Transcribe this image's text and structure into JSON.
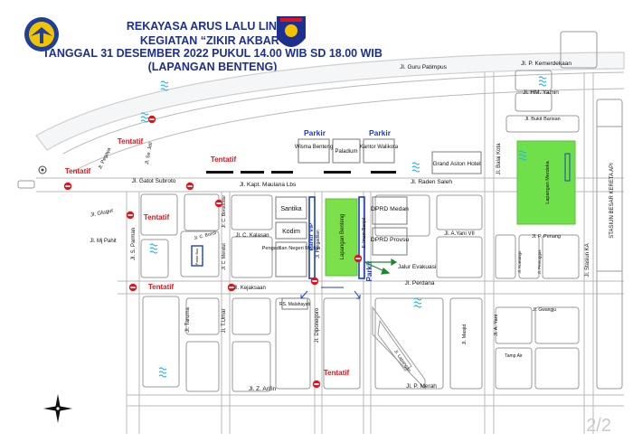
{
  "header": {
    "line1": "REKAYASA ARUS LALU LINTAS",
    "line2": "KEGIATAN “ZIKIR AKBAR”",
    "line3": "TANGGAL 31 DESEMBER 2022 PUKUL 14.00 WIB SD 18.00 WIB",
    "line4": "(LAPANGAN BENTENG)"
  },
  "logos": [
    "ministry-emblem-logo",
    "police-crest-logo"
  ],
  "streets": {
    "guru_patimpus": "Jl. Guru Patimpus",
    "p_kemerdekaan": "Jl. P. Kemerdekaan",
    "hm_yamin": "Jl. HM. Yamin",
    "bukit_barisan": "Jl. Bukit Barisan",
    "balai_kota": "Jl. Balai Kota",
    "pegaya": "Jl. Pegaya",
    "se_jeli": "Jl. Se. Jeli",
    "gatot_subroto": "Jl. Gatot Subroto",
    "kapt_maulana_lbs": "Jl. Kapt. Maulana Lbs",
    "raden_saleh": "Jl. Raden Saleh",
    "glugur": "Jl. Glugur",
    "mj_pahit": "Jl. Mj Pahit",
    "s_parman": "Jl. S. Parman",
    "c_bonsi": "Jl. C. Bonsi",
    "c_borobudur": "Jl. C. Borobudur",
    "c_kalasan": "Jl. C. Kalasan",
    "c_mendut": "Jl. C. Mendut",
    "pengadilan": "Jl. Pengadilan",
    "imam_bonjol": "Jl. Imam Bonjol",
    "a_yani_vii": "Jl. A.Yani VII",
    "p_penang": "Jl. P. Penang",
    "kumango": "Jl. Kumango",
    "pemuggas": "Jl. Pemuggas",
    "stasiun_ka": "Jl. Stasiun KA",
    "kejaksaan": "Jl. Kejaksaan",
    "perdana": "Jl. Perdana",
    "taruma": "Jl. Taruma",
    "t_umar": "Jl. T.Umar",
    "diponegoro": "Jl. Diponegoro",
    "masjid": "Jl. Masjid",
    "a_yani": "Jl. A. Yani",
    "gwangju": "Jl. Gwangju",
    "z_arifin": "Jl. Z. Arifin",
    "p_merah": "Jl. P. Merah",
    "lapangan": "Jl. Lapangan"
  },
  "buildings": {
    "wisma_benteng": "Wisma Benteng",
    "paladium": "Paladium",
    "kantor_walikota": "Kantor Walikota",
    "grand_aston": "Grand Aston Hotel",
    "santika": "Santika",
    "kodim": "Kodim",
    "pengadilan_negeri": "Pengadilan Negeri Medan",
    "lapangan_benteng": "Lapangan Benteng",
    "dprd_medan": "DPRD Medan",
    "dprd_provsu": "DPRD Provsu",
    "lapangan_merdeka": "Lapangan Merdeka",
    "stasiun": "STASIUN BESAR KERETA API",
    "rs_malahayati": "RS. Malahayati",
    "parkir_bus": "Parkir Bus",
    "tamp_air": "Tamp Air"
  },
  "annotations": {
    "parkir": "Parkir",
    "parkir_vip": "Parkir VIP",
    "tentatif": "Tentatif",
    "jalur_evakuasi": "Jalur Evakuasi"
  },
  "legend": {
    "no_entry_color": "#e0141c",
    "parking_color": "#1f3fbf",
    "field_color": "#7ce04a",
    "evacuation_color": "#1a8a2a",
    "river_icon": "river-wave-icon",
    "compass_icon": "compass-rose-icon"
  },
  "page_number": "2/2"
}
